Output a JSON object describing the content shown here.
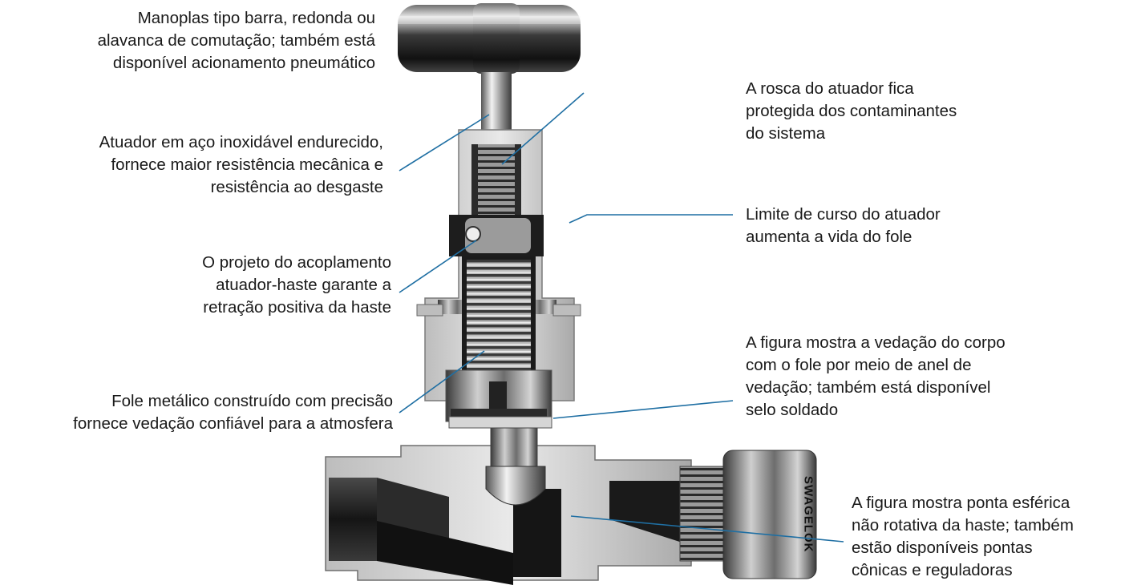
{
  "labels": {
    "handle": [
      "Manoplas tipo barra, redonda ou",
      "alavanca de comutação; também está",
      "disponível acionamento pneumático"
    ],
    "actuator": [
      "Atuador em aço inoxidável endurecido,",
      "fornece maior resistência mecânica e",
      "resistência ao desgaste"
    ],
    "coupling": [
      "O projeto do acoplamento",
      "atuador-haste garante a",
      "retração positiva da haste"
    ],
    "bellows": [
      "Fole metálico construído com precisão",
      "fornece vedação confiável para a atmosfera"
    ],
    "thread": [
      "A rosca do atuador fica",
      "protegida dos contaminantes",
      "do sistema"
    ],
    "travel_limit": [
      "Limite de curso do atuador",
      "aumenta a vida do fole"
    ],
    "body_seal": [
      "A figura mostra a vedação do corpo",
      "com o fole por meio de anel de",
      "vedação; também está disponível",
      "selo soldado"
    ],
    "stem_tip": [
      "A figura mostra ponta esférica",
      "não rotativa da haste; também",
      "estão disponíveis pontas",
      "cônicas e reguladoras"
    ]
  },
  "brand_mark": "SWAGELOK",
  "colors": {
    "leader": "#1f6fa3",
    "text": "#1a1a1a"
  }
}
